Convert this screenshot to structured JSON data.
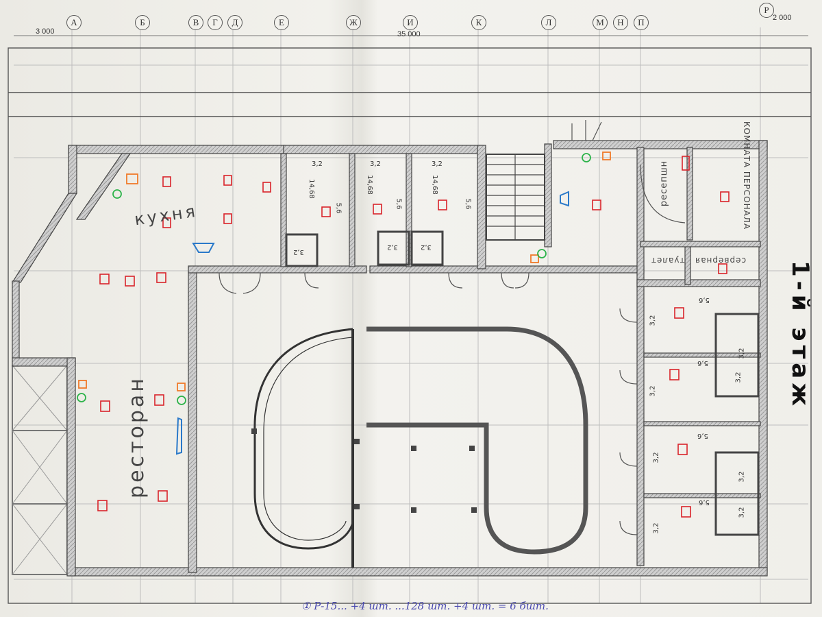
{
  "drawing": {
    "floor_title": "1-й этаж",
    "axes": [
      "А",
      "Б",
      "В",
      "Г",
      "Д",
      "Е",
      "Ж",
      "И",
      "К",
      "Л",
      "М",
      "Н",
      "П",
      "Р"
    ],
    "dims": {
      "left": "3 000",
      "middle": "35 000",
      "right": "2 000"
    },
    "rooms": {
      "kitchen": "кухня",
      "restaurant": "ресторан",
      "reception": "ресепшн",
      "staff_room": "КОМНАТА ПЕРСОНАЛА",
      "toilet": "туалет",
      "server": "серверная"
    },
    "marks": {
      "m32": "3,2",
      "m56": "5,6",
      "m1468": "14,68"
    },
    "footer_note": "① Р-15... +4 шт. ...128 шт. +4 шт. = 6 бшт."
  },
  "colors": {
    "paper": "#f1f0ea",
    "wall": "#555555",
    "red_marker": "#d9232a",
    "orange_marker": "#f07a2a",
    "green_marker": "#2db34a",
    "blue_marker": "#2a79c9"
  }
}
